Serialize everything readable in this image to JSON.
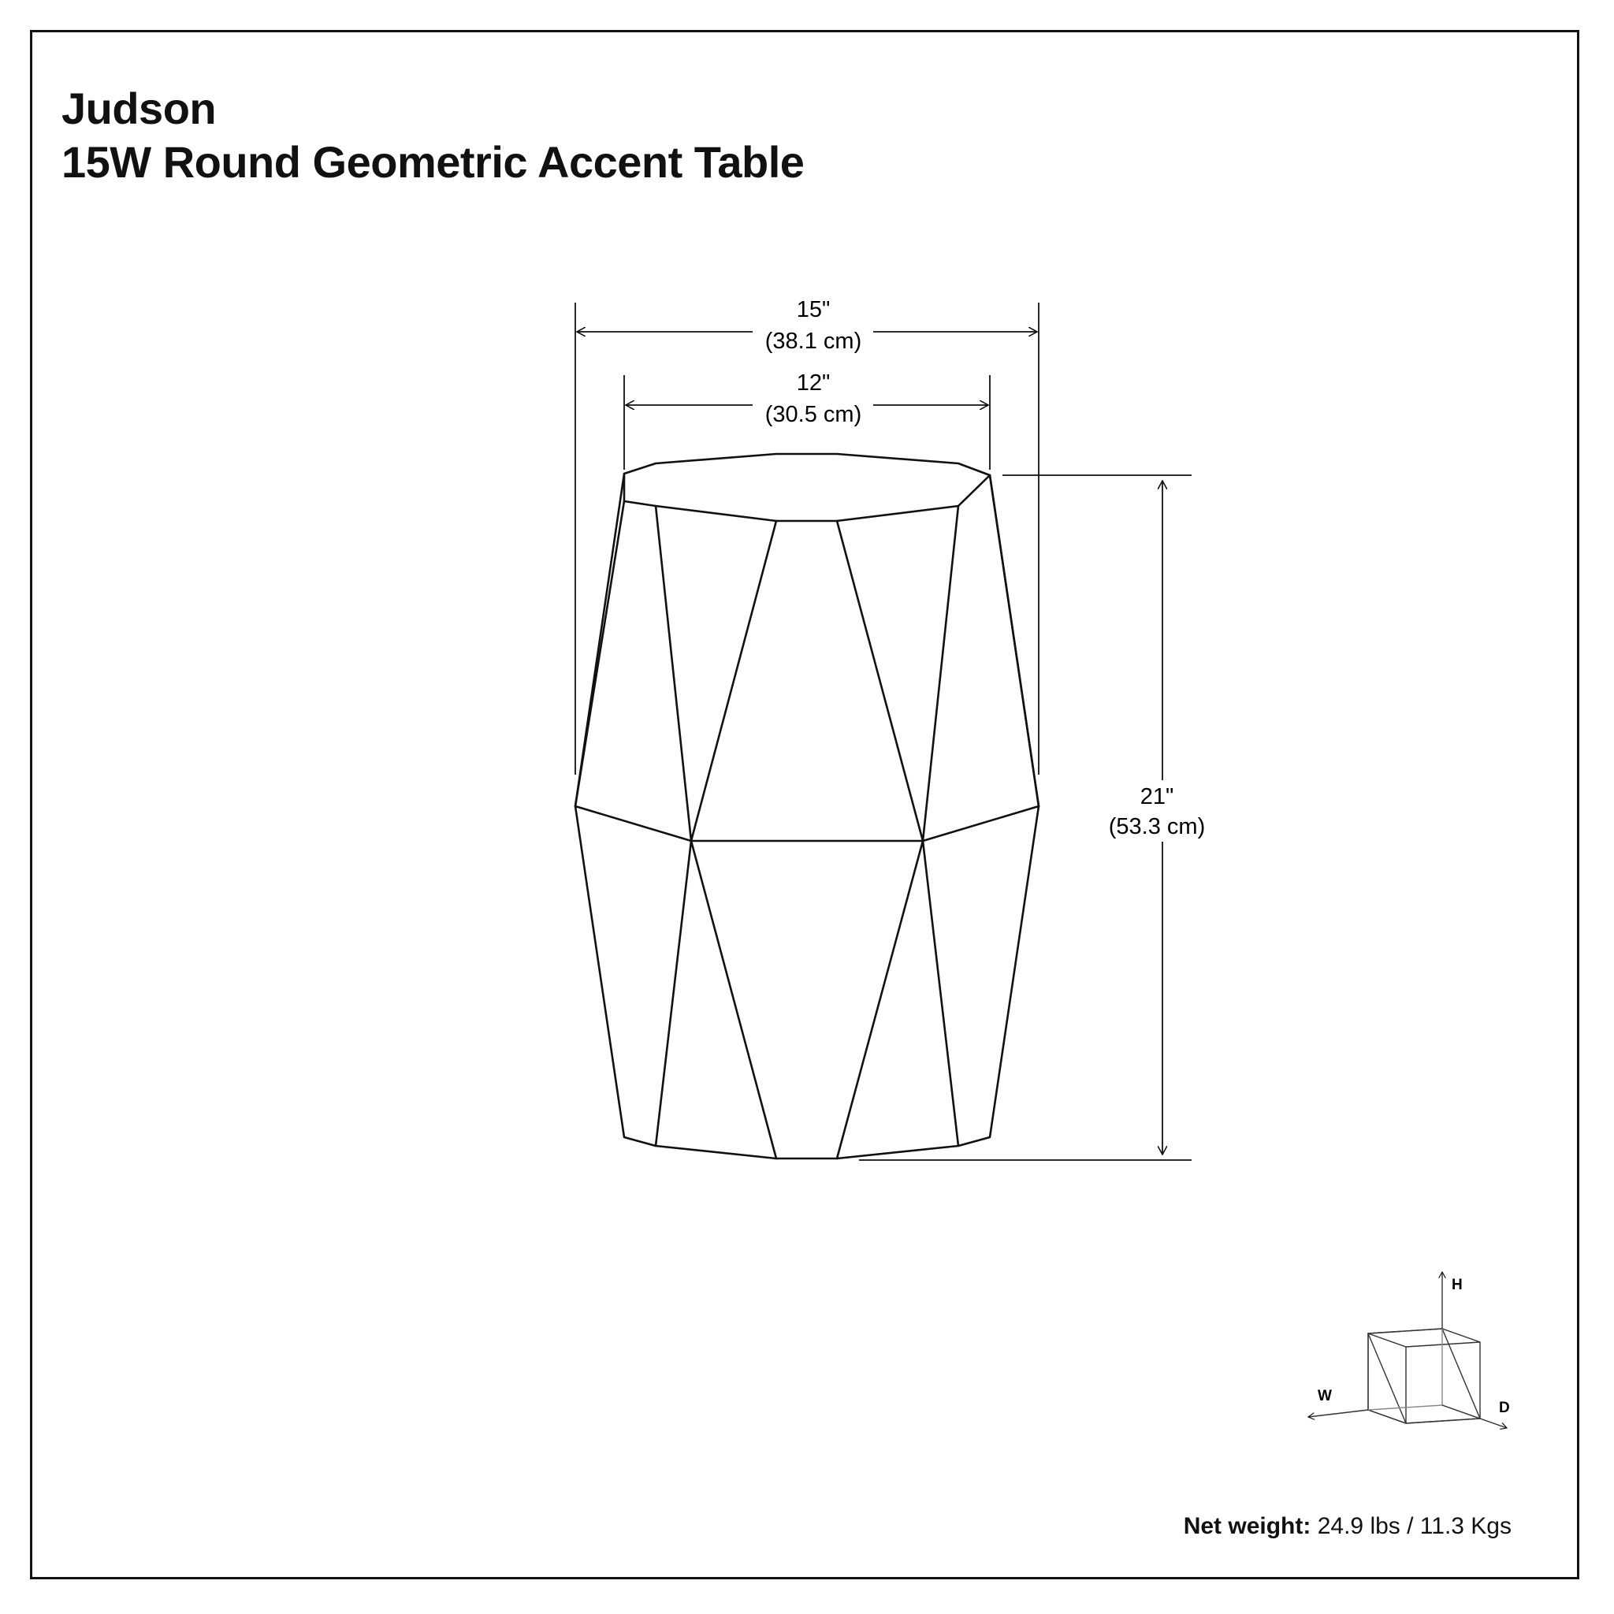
{
  "title": {
    "line1": "Judson",
    "line2": "15W Round Geometric Accent Table"
  },
  "dimensions": {
    "outer_width": {
      "in": "15\"",
      "cm": "(38.1 cm)"
    },
    "top_width": {
      "in": "12\"",
      "cm": "(30.5 cm)"
    },
    "height": {
      "in": "21\"",
      "cm": "(53.3 cm)"
    }
  },
  "axes_legend": {
    "h": "H",
    "w": "W",
    "d": "D"
  },
  "weight": {
    "label": "Net weight:",
    "value": "24.9 lbs / 11.3 Kgs"
  }
}
